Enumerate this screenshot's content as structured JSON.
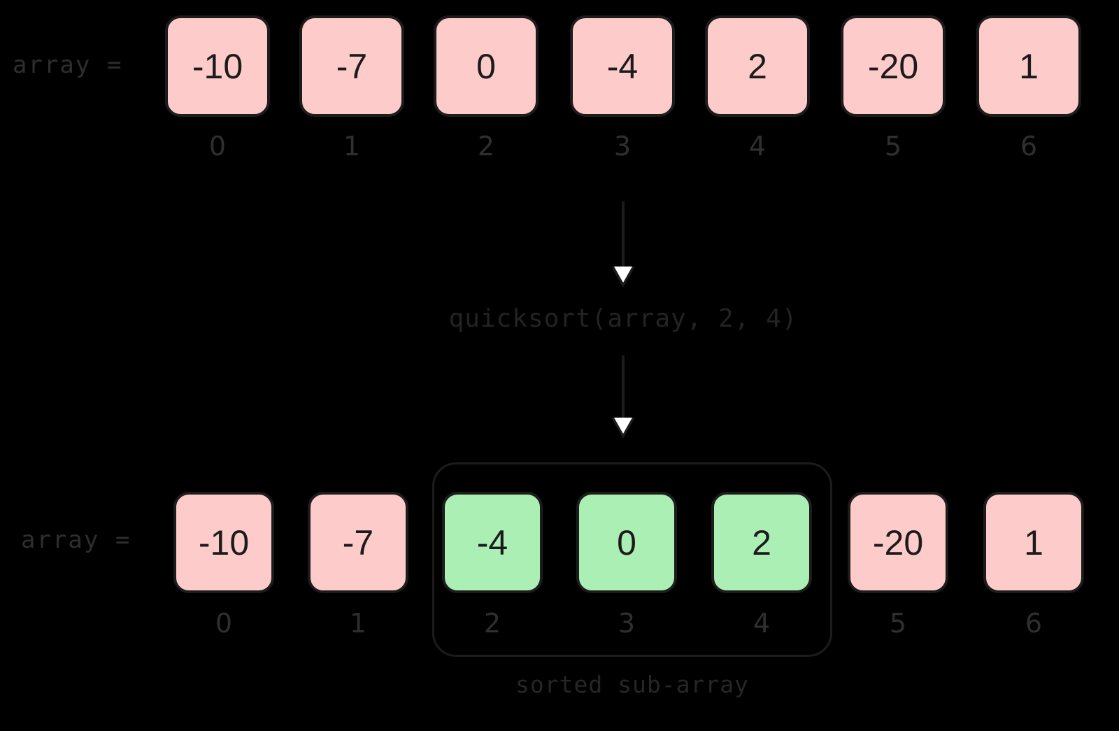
{
  "diagram": {
    "title": "quicksort partial sort illustration",
    "background_color": "#000000",
    "colors": {
      "unsorted_cell": "#fdcbc9",
      "sorted_cell": "#abefb4",
      "outline": "#1c1c1c",
      "index_text": "#2f2f2f",
      "label_text": "#2e2e2e"
    }
  },
  "top_row": {
    "label": "array =",
    "cells": [
      {
        "value": "-10",
        "index": "0",
        "state": "unsorted"
      },
      {
        "value": "-7",
        "index": "1",
        "state": "unsorted"
      },
      {
        "value": "0",
        "index": "2",
        "state": "unsorted"
      },
      {
        "value": "-4",
        "index": "3",
        "state": "unsorted"
      },
      {
        "value": "2",
        "index": "4",
        "state": "unsorted"
      },
      {
        "value": "-20",
        "index": "5",
        "state": "unsorted"
      },
      {
        "value": "1",
        "index": "6",
        "state": "unsorted"
      }
    ]
  },
  "transition": {
    "call_label": "quicksort(array, 2, 4)",
    "arrow_top": "down-arrow-icon",
    "arrow_bottom": "down-arrow-icon"
  },
  "bottom_row": {
    "label": "array =",
    "cells": [
      {
        "value": "-10",
        "index": "0",
        "state": "unsorted"
      },
      {
        "value": "-7",
        "index": "1",
        "state": "unsorted"
      },
      {
        "value": "-4",
        "index": "2",
        "state": "sorted"
      },
      {
        "value": "0",
        "index": "3",
        "state": "sorted"
      },
      {
        "value": "2",
        "index": "4",
        "state": "sorted"
      },
      {
        "value": "-20",
        "index": "5",
        "state": "unsorted"
      },
      {
        "value": "1",
        "index": "6",
        "state": "unsorted"
      }
    ],
    "group_caption": "sorted sub-array",
    "group_range": {
      "start_index": "2",
      "end_index": "4"
    }
  }
}
